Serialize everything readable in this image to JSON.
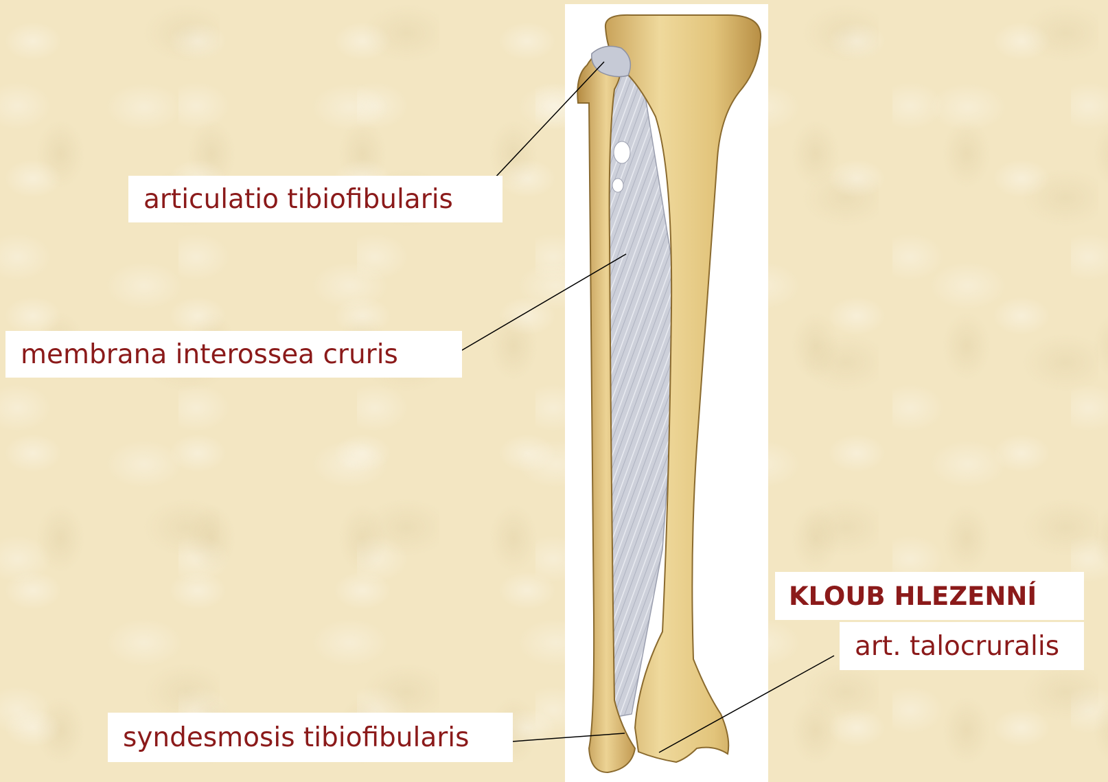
{
  "labels": {
    "articulatio": "articulatio tibiofibularis",
    "membrana": "membrana interossea cruris",
    "syndesmosis": "syndesmosis tibiofibularis",
    "heading": "KLOUB HLEZENNÍ",
    "talocruralis": "art. talocruralis"
  },
  "colors": {
    "label_text": "#8b1a1a",
    "background": "#f3e6c2",
    "bone": "#e3c67e",
    "membrane": "#c9ccd6"
  }
}
